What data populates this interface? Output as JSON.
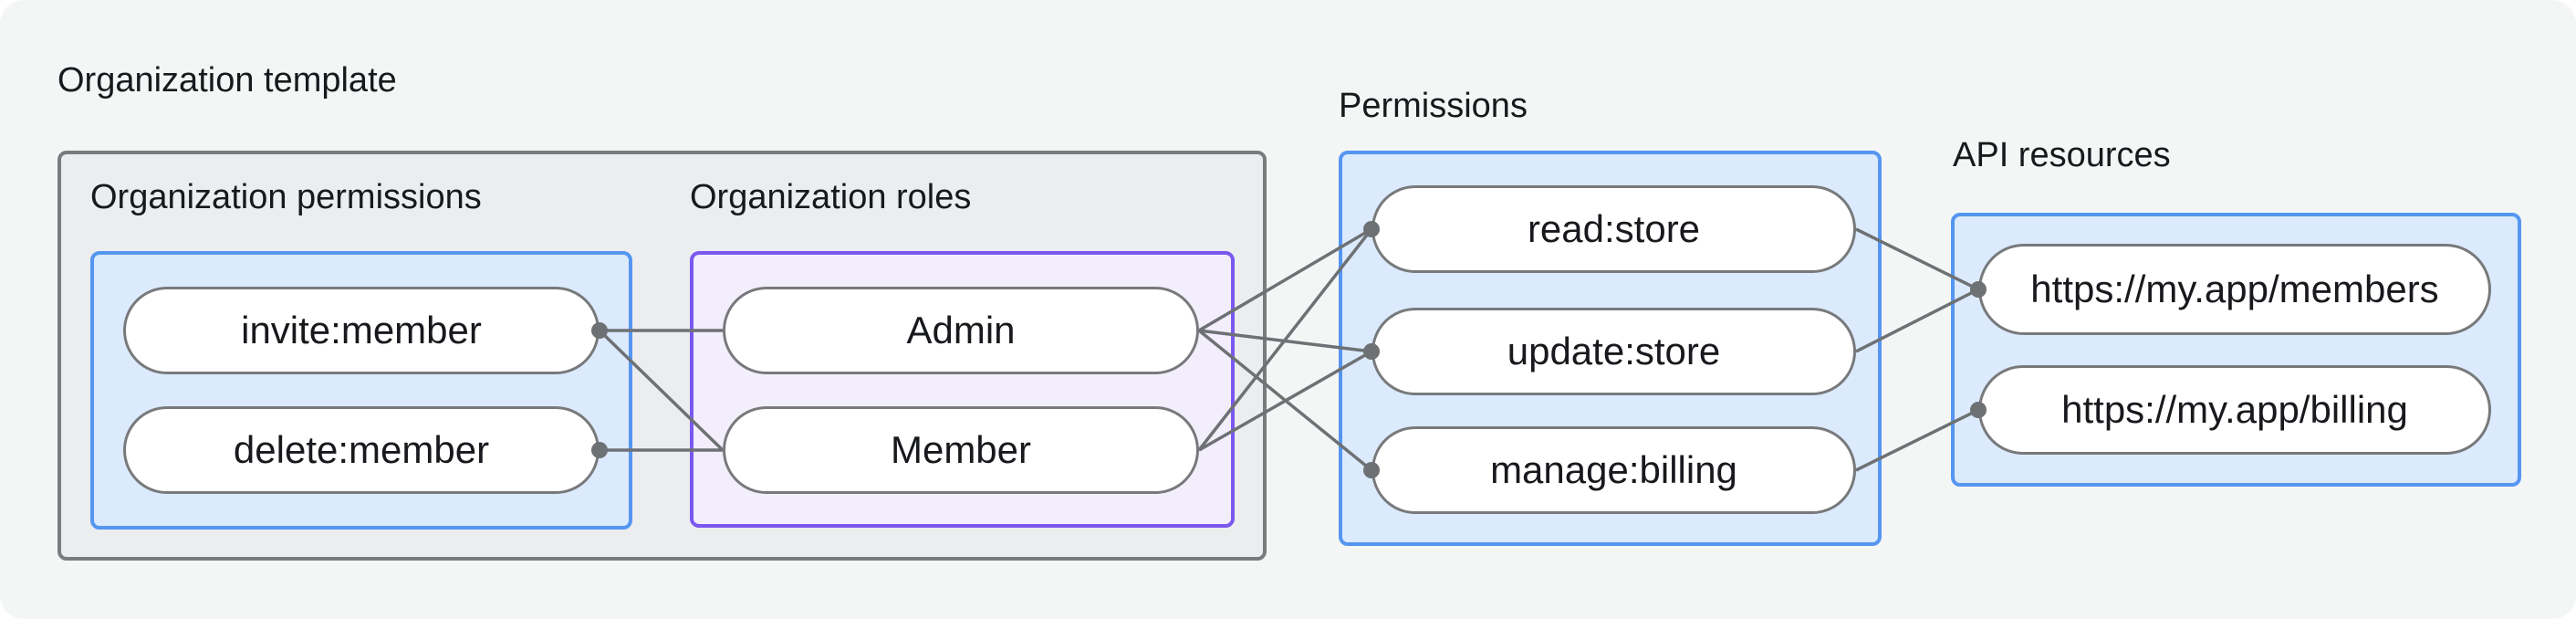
{
  "sections": {
    "org_template": {
      "label": "Organization template"
    },
    "org_permissions": {
      "label": "Organization permissions"
    },
    "org_roles": {
      "label": "Organization roles"
    },
    "permissions": {
      "label": "Permissions"
    },
    "api_resources": {
      "label": "API resources"
    }
  },
  "nodes": {
    "invite": {
      "label": "invite:member"
    },
    "delete": {
      "label": "delete:member"
    },
    "admin": {
      "label": "Admin"
    },
    "member": {
      "label": "Member"
    },
    "read_store": {
      "label": "read:store"
    },
    "update_store": {
      "label": "update:store"
    },
    "manage_billing": {
      "label": "manage:billing"
    },
    "api_members": {
      "label": "https://my.app/members"
    },
    "api_billing": {
      "label": "https://my.app/billing"
    }
  },
  "edges": [
    {
      "from": "invite",
      "to": "admin"
    },
    {
      "from": "invite",
      "to": "member"
    },
    {
      "from": "delete",
      "to": "member"
    },
    {
      "from": "admin",
      "to": "read_store"
    },
    {
      "from": "admin",
      "to": "update_store"
    },
    {
      "from": "admin",
      "to": "manage_billing"
    },
    {
      "from": "member",
      "to": "read_store"
    },
    {
      "from": "member",
      "to": "update_store"
    },
    {
      "from": "read_store",
      "to": "api_members"
    },
    {
      "from": "update_store",
      "to": "api_members"
    },
    {
      "from": "manage_billing",
      "to": "api_billing"
    }
  ],
  "dots": [
    {
      "node": "invite",
      "side": "right"
    },
    {
      "node": "delete",
      "side": "right"
    },
    {
      "node": "read_store",
      "side": "left"
    },
    {
      "node": "update_store",
      "side": "left"
    },
    {
      "node": "manage_billing",
      "side": "left"
    },
    {
      "node": "api_members",
      "side": "left"
    },
    {
      "node": "api_billing",
      "side": "left"
    }
  ],
  "colors": {
    "canvas_bg": "#f4f6f6",
    "template_box_bg": "#ebedee",
    "template_box_border": "#797c7e",
    "blue_box_bg": "#dbeafc",
    "blue_box_border": "#5596f0",
    "purple_box_bg": "#f3eefb",
    "purple_box_border": "#7a58f0",
    "pill_border": "#77797b",
    "connector": "#6e7174",
    "text": "#17191d"
  }
}
